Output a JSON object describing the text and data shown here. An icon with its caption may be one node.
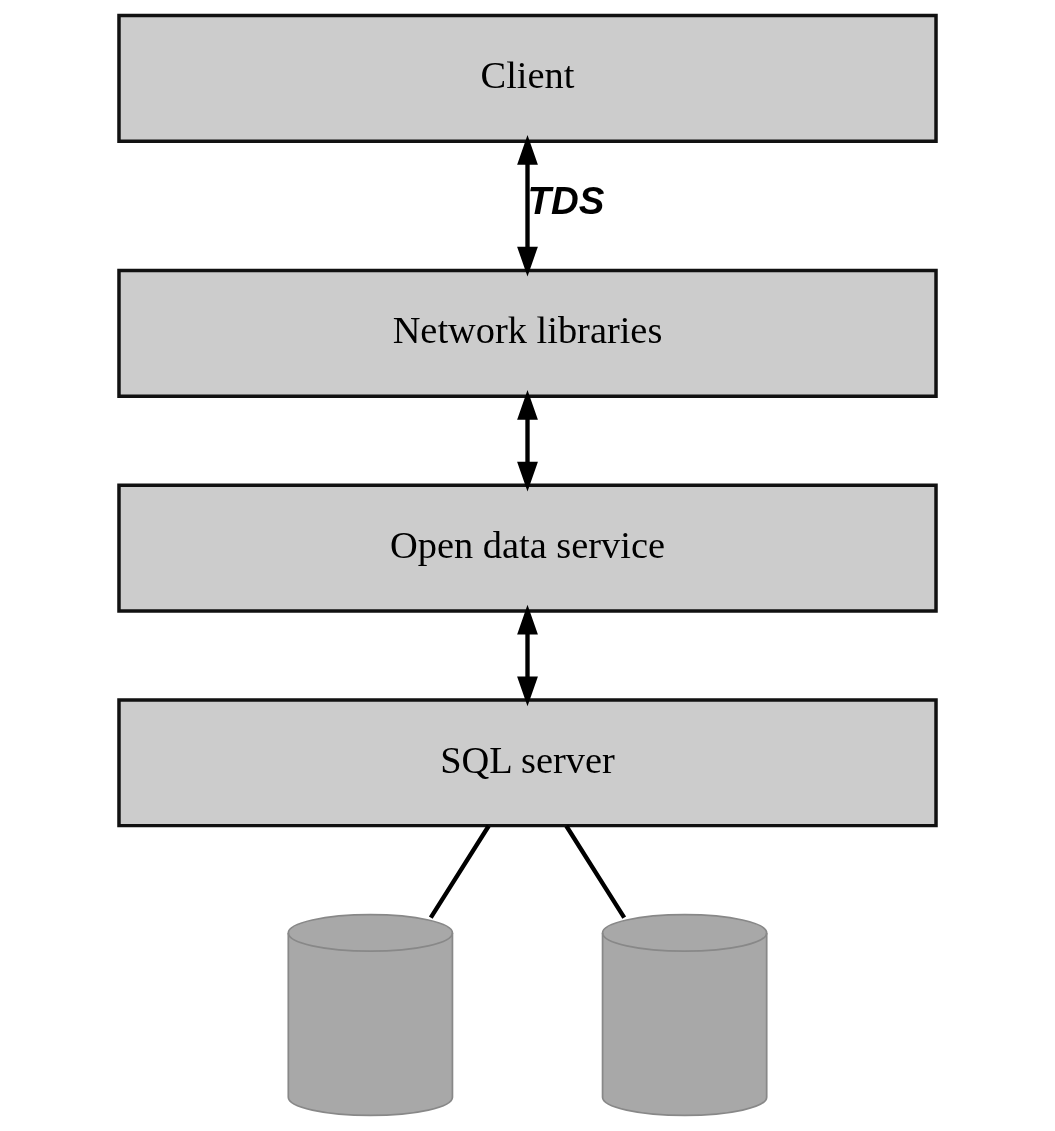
{
  "diagram": {
    "nodes": [
      {
        "text": [
          "Client"
        ]
      },
      {
        "text": [
          "Network libraries"
        ]
      },
      {
        "text": [
          "Open data service"
        ]
      },
      {
        "text": [
          "SQL server"
        ]
      },
      {
        "text": [],
        "shape": "cylinder"
      },
      {
        "text": [],
        "shape": "cylinder"
      }
    ],
    "edges": [
      {
        "from": 0,
        "to": 1,
        "arrow": "both",
        "label": "TDS"
      },
      {
        "from": 1,
        "to": 2,
        "arrow": "both"
      },
      {
        "from": 2,
        "to": 3,
        "arrow": "both"
      },
      {
        "from": 3,
        "to": 4,
        "arrow": "none"
      },
      {
        "from": 3,
        "to": 5,
        "arrow": "none"
      }
    ]
  }
}
